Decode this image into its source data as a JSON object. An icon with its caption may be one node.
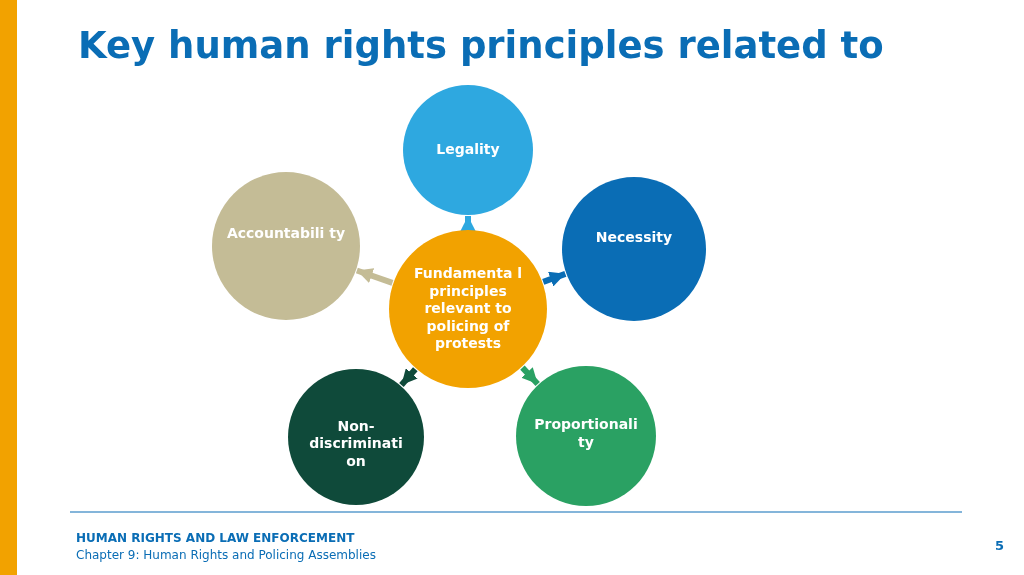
{
  "diagram": {
    "title": "Key human rights principles related to",
    "nodes": [
      {
        "text": [
          "Legality"
        ]
      },
      {
        "text": [
          "Accountabili ty"
        ]
      },
      {
        "text": [
          "Necessity"
        ]
      },
      {
        "text": [
          "Fundamenta l principles relevant to policing of protests"
        ]
      },
      {
        "text": [
          "Non- discriminati on"
        ]
      },
      {
        "text": [
          "Proportionali ty"
        ]
      }
    ],
    "edges": [
      {
        "from": 3,
        "to": 0,
        "arrow": "to",
        "color": "#2ea8e0"
      },
      {
        "from": 3,
        "to": 2,
        "arrow": "to",
        "color": "#0a6db5"
      },
      {
        "from": 3,
        "to": 5,
        "arrow": "to",
        "color": "#2aa163"
      },
      {
        "from": 3,
        "to": 4,
        "arrow": "to",
        "color": "#0f4a3a"
      },
      {
        "from": 3,
        "to": 1,
        "arrow": "to",
        "color": "#c4bc96"
      }
    ],
    "labels": [
      "HUMAN RIGHTS AND LAW ENFORCEMENT",
      "Chapter 9: Human Rights and Policing Assemblies",
      "5"
    ]
  }
}
